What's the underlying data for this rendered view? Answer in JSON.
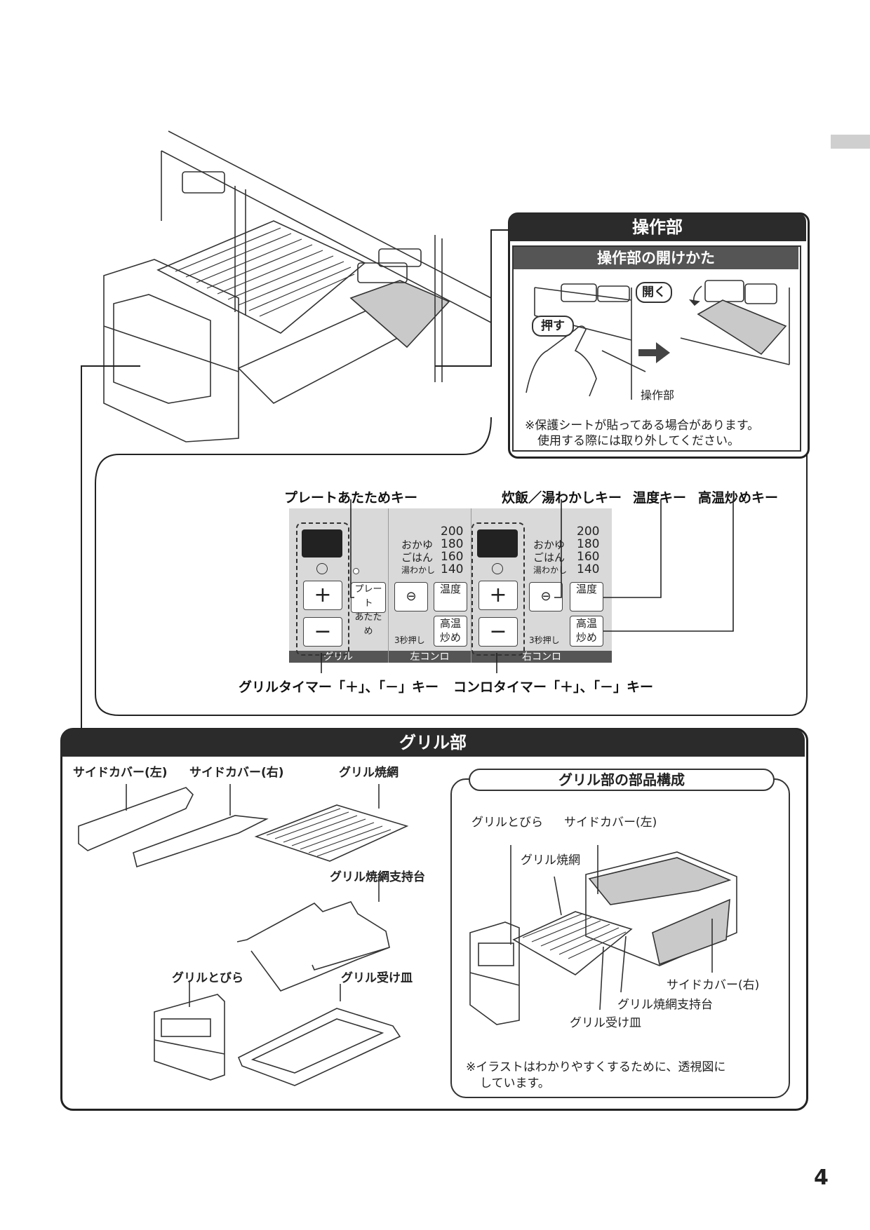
{
  "page_number": "4",
  "sousa": {
    "title": "操作部",
    "open_title": "操作部の開けかた",
    "push_label": "押す",
    "open_label": "開く",
    "panel_label": "操作部",
    "note_line1": "※保護シートが貼ってある場合があります。",
    "note_line2": "使用する際には取り外してください。"
  },
  "control_panel": {
    "label_plate_key": "プレートあたためキー",
    "label_rice_key": "炊飯／湯わかしキー",
    "label_temp_key": "温度キー",
    "label_high_key": "高温炒めキー",
    "label_grill_timer": "グリルタイマー「＋」、「－」キー",
    "label_konro_timer": "コンロタイマー「＋」、「－」キー",
    "plate_key_line1": "プレート",
    "plate_key_line2": "あたため",
    "temps": [
      "200",
      "180",
      "160",
      "140"
    ],
    "modes": [
      "おかゆ",
      "ごはん",
      "湯わかし"
    ],
    "temp_key": "温度",
    "high_key_line1": "高温",
    "high_key_line2": "炒め",
    "press3": "3秒押し",
    "plus": "+",
    "minus": "−",
    "foot_grill": "グリル",
    "foot_left": "左コンロ",
    "foot_right": "右コンロ"
  },
  "grill": {
    "title": "グリル部",
    "side_left": "サイドカバー(左)",
    "side_right": "サイドカバー(右)",
    "grill_net": "グリル焼網",
    "net_stand": "グリル焼網支持台",
    "grill_door": "グリルとびら",
    "grill_tray": "グリル受け皿",
    "parts_title": "グリル部の部品構成",
    "p_door": "グリルとびら",
    "p_side_left": "サイドカバー(左)",
    "p_net": "グリル焼網",
    "p_side_right": "サイドカバー(右)",
    "p_stand": "グリル焼網支持台",
    "p_tray": "グリル受け皿",
    "note_line1": "※イラストはわかりやすくするために、透視図に",
    "note_line2": "しています。"
  }
}
